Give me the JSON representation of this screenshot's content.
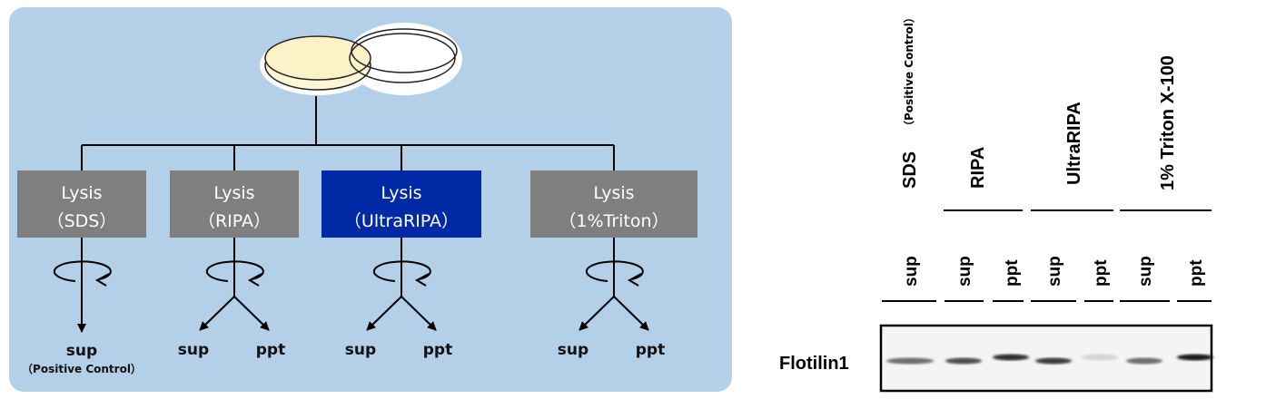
{
  "flow": {
    "boxes": [
      {
        "line1": "Lysis",
        "line2": "（SDS）",
        "color": "#7f7f7f"
      },
      {
        "line1": "Lysis",
        "line2": "（RIPA）",
        "color": "#7f7f7f"
      },
      {
        "line1": "Lysis",
        "line2": "（UltraRIPA）",
        "color": "#0029a6"
      },
      {
        "line1": "Lysis",
        "line2": "（1%Triton）",
        "color": "#7f7f7f"
      }
    ],
    "sup": "sup",
    "ppt": "ppt",
    "positive_control": "（Positive Control）",
    "panel_color": "#b4d0e9"
  },
  "blot": {
    "headers": {
      "sds": "SDS",
      "sds_note": "（Positive Control）",
      "ripa": "RIPA",
      "ultraripa": "UltraRIPA",
      "triton": "1% Triton X-100"
    },
    "ultraripa_color": "#0b3aa8",
    "lanes": [
      {
        "label": "sup",
        "intensity": 0.6
      },
      {
        "label": "sup",
        "intensity": 0.75
      },
      {
        "label": "ppt",
        "intensity": 0.9
      },
      {
        "label": "sup",
        "intensity": 0.85
      },
      {
        "label": "ppt",
        "intensity": 0.08
      },
      {
        "label": "sup",
        "intensity": 0.6
      },
      {
        "label": "ppt",
        "intensity": 1.0
      }
    ],
    "protein": "Flotilin1"
  }
}
